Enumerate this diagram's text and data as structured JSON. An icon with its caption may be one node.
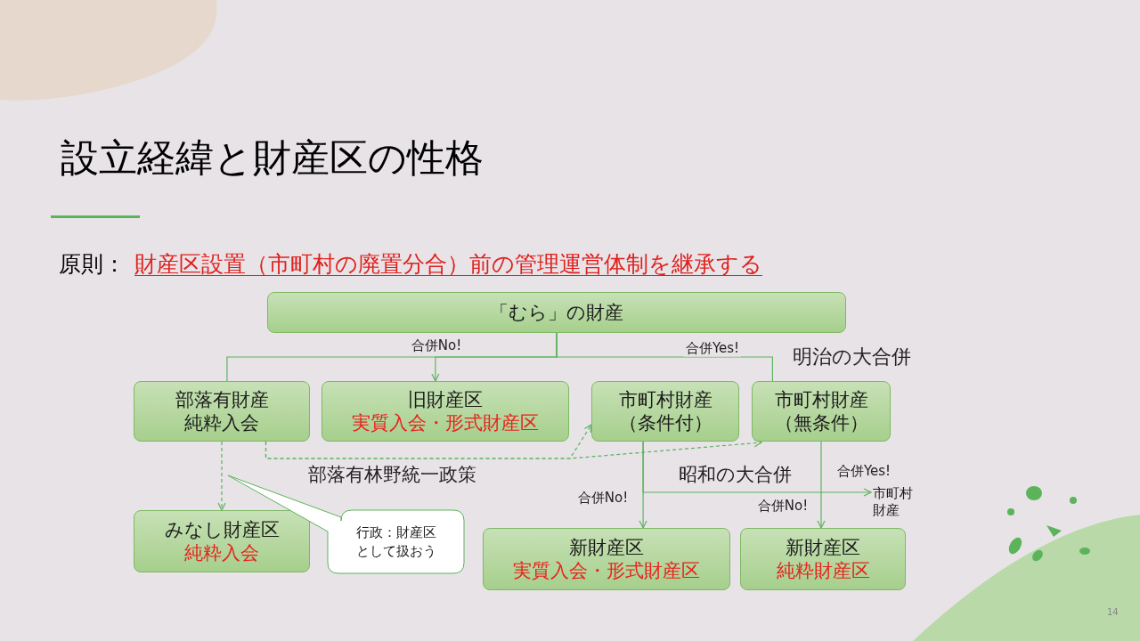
{
  "diagram": {
    "title": "設立経緯と財産区の性格",
    "nodes": [
      {
        "text": [
          "「むら」の財産"
        ]
      },
      {
        "text": [
          "部落有財産",
          "純粋入会"
        ]
      },
      {
        "text": [
          "旧財産区",
          "実質入会・形式財産区"
        ]
      },
      {
        "text": [
          "市町村財産",
          "（条件付）"
        ]
      },
      {
        "text": [
          "市町村財産",
          "（無条件）"
        ]
      },
      {
        "text": [
          "みなし財産区",
          "純粋入会"
        ]
      },
      {
        "text": [
          "行政：財産区として扱おう"
        ]
      },
      {
        "text": [
          "新財産区",
          "実質入会・形式財産区"
        ]
      },
      {
        "text": [
          "新財産区",
          "純粋財産区"
        ]
      },
      {
        "text": [
          "市町村財産"
        ]
      }
    ],
    "edges": [
      {
        "from": 0,
        "to": 1,
        "arrow": "none"
      },
      {
        "from": 0,
        "to": 2,
        "arrow": "to",
        "label": "合併No!"
      },
      {
        "from": 0,
        "to": 4,
        "arrow": "none",
        "label": "合併Yes!"
      },
      {
        "from": 1,
        "to": 5,
        "arrow": "to",
        "style": "dashed"
      },
      {
        "from": 1,
        "to": 3,
        "arrow": "to",
        "style": "dashed"
      },
      {
        "from": 1,
        "to": 4,
        "arrow": "to",
        "style": "dashed"
      },
      {
        "from": 3,
        "to": 7,
        "arrow": "to",
        "label": "合併No!"
      },
      {
        "from": 3,
        "to": 9,
        "arrow": "to",
        "label": "合併Yes!"
      },
      {
        "from": 4,
        "to": 8,
        "arrow": "to",
        "label": "合併No!"
      }
    ],
    "labels": [
      "原則：",
      "財産区設置（市町村の廃置分合）前の管理運営体制を継承する",
      "明治の大合併",
      "部落有林野統一政策",
      "昭和の大合併",
      "14"
    ]
  }
}
